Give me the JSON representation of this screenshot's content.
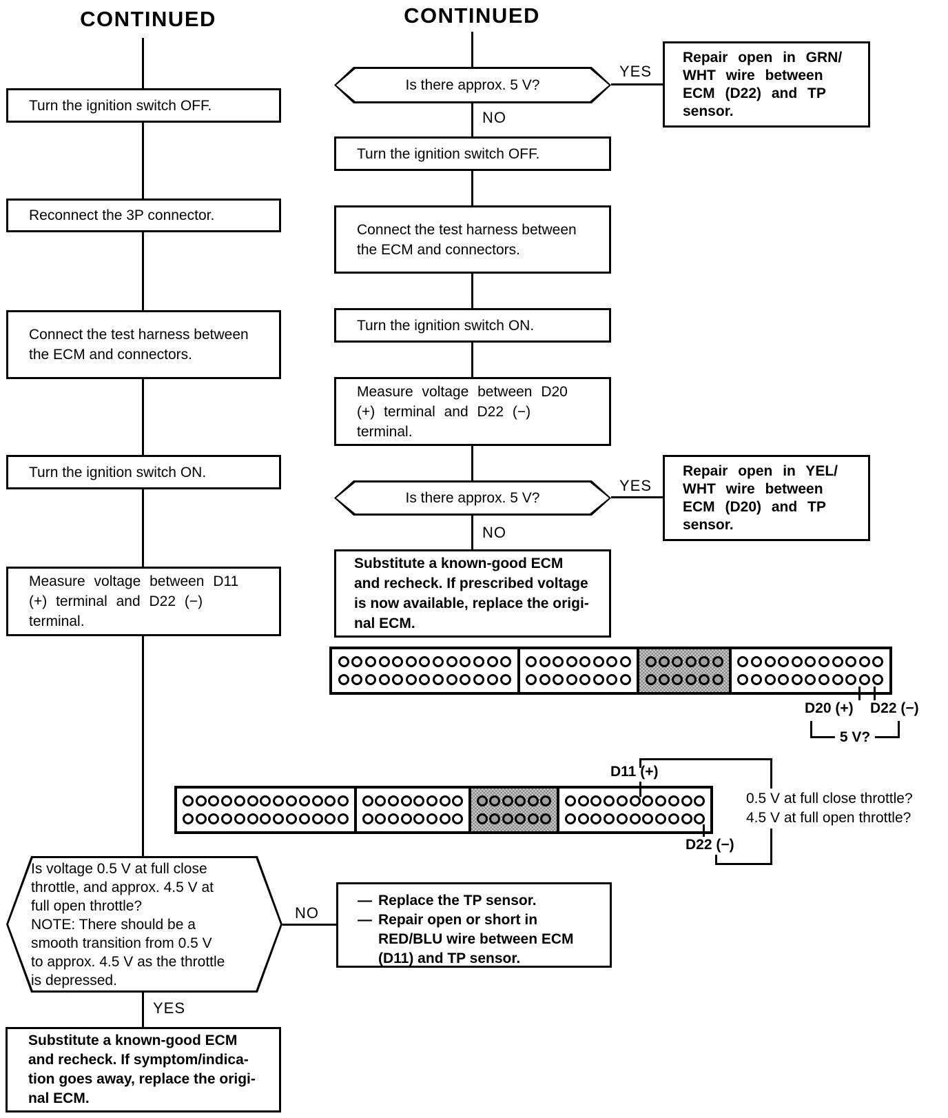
{
  "colors": {
    "ink": "#000000",
    "paper": "#ffffff",
    "shade_dark": "#8a8a8a",
    "shade_light": "#c9c9c9"
  },
  "headers": {
    "left_continued": "CONTINUED",
    "right_continued": "CONTINUED"
  },
  "left_flow": {
    "steps": [
      "Turn the ignition switch OFF.",
      "Reconnect the 3P connector.",
      "Connect the test harness between\nthe ECM and connectors.",
      "Turn the ignition switch ON.",
      "Measure voltage between D11\n(+) terminal and D22 (−)\nterminal."
    ],
    "decision": "Is voltage 0.5 V at full close\nthrottle, and approx. 4.5 V at\nfull open throttle?\nNOTE: There should be a\nsmooth transition from 0.5 V\nto approx. 4.5 V as the throttle\nis depressed.",
    "decision_no": "NO",
    "decision_yes": "YES",
    "result": "Substitute a known-good ECM\nand recheck. If symptom/indica-\ntion goes away, replace the origi-\nnal ECM."
  },
  "right_flow": {
    "decision1": "Is there approx. 5 V?",
    "decision1_yes": "YES",
    "decision1_no": "NO",
    "repair1": "Repair open in GRN/\nWHT wire between\nECM (D22) and TP\nsensor.",
    "steps": [
      "Turn the ignition switch OFF.",
      "Connect the test harness between\nthe ECM and connectors.",
      "Turn the ignition switch ON.",
      "Measure voltage between D20\n(+) terminal and D22 (−)\nterminal."
    ],
    "decision2": "Is there approx. 5 V?",
    "decision2_yes": "YES",
    "decision2_no": "NO",
    "repair2": "Repair open in YEL/\nWHT wire between\nECM (D20) and TP\nsensor.",
    "result": "Substitute a known-good ECM\nand recheck. If prescribed voltage\nis now available, replace the origi-\nnal ECM."
  },
  "bottom_actions": {
    "dash": "—",
    "item1": "Replace the TP sensor.",
    "item2": "Repair open or short in\nRED/BLU wire between ECM\n(D11) and TP sensor."
  },
  "connectors": {
    "upper": {
      "sections": [
        {
          "cols": 13
        },
        {
          "cols": 8
        },
        {
          "cols": 6,
          "shaded": true
        },
        {
          "cols": 11
        }
      ],
      "label_d20": "D20 (+)",
      "label_d22": "D22 (−)",
      "bracket_label": "5 V?"
    },
    "lower": {
      "sections": [
        {
          "cols": 13
        },
        {
          "cols": 8
        },
        {
          "cols": 6,
          "shaded": true
        },
        {
          "cols": 11
        }
      ],
      "label_d11": "D11 (+)",
      "label_d22": "D22 (−)",
      "note": "0.5 V at full close throttle?\n4.5 V at full open throttle?"
    }
  }
}
